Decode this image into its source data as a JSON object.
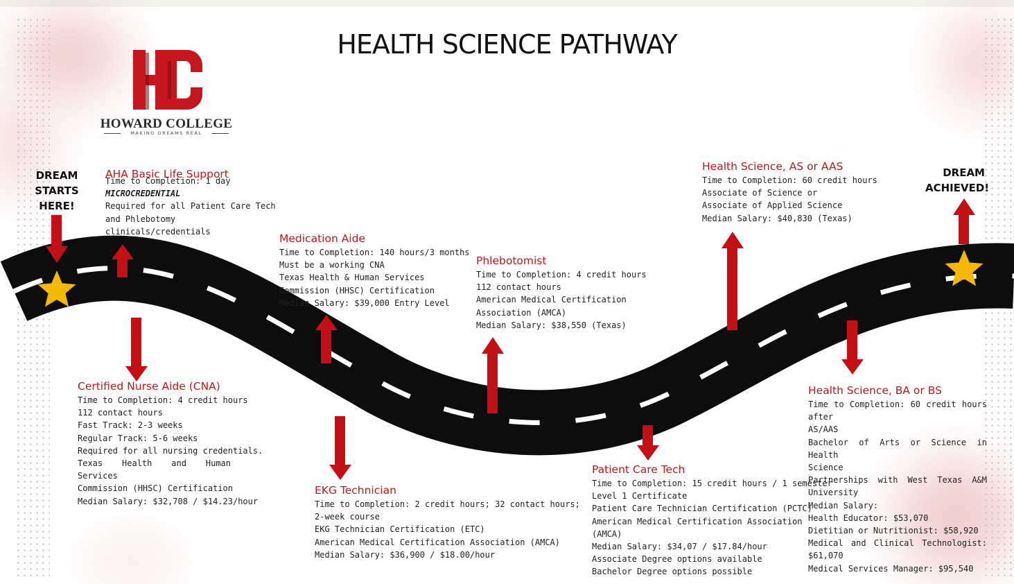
{
  "title": "HEALTH SCIENCE PATHWAY",
  "logo": {
    "letters": "HC",
    "name": "HOWARD COLLEGE",
    "tagline": "MAKING DREAMS REAL"
  },
  "start_label": [
    "DREAM",
    "STARTS",
    "HERE!"
  ],
  "end_label": [
    "DREAM",
    "ACHIEVED!"
  ],
  "colors": {
    "accent_red": "#c4161c",
    "arrow_red": "#c40f14",
    "road": "#0d0d0d",
    "star": "#f5b800"
  },
  "steps": {
    "bls": {
      "title": "AHA Basic Life Support",
      "lines": [
        "Time to Completion: 1 day",
        "MICROCREDENTIAL",
        "Required for all Patient Care Tech",
        "and Phlebotomy",
        "clinicals/credentials"
      ]
    },
    "cna": {
      "title": "Certified Nurse Aide (CNA)",
      "lines": [
        "Time to Completion: 4 credit hours",
        "112 contact hours",
        "Fast Track: 2-3 weeks",
        "Regular Track: 5-6 weeks",
        "Required for all nursing credentials.",
        "Texas Health and Human Services",
        "Commission (HHSC) Certification",
        "Median Salary: $32,708 / $14.23/hour"
      ]
    },
    "med_aide": {
      "title": "Medication Aide",
      "lines": [
        "Time to Completion: 140 hours/3 months",
        "Must be a working CNA",
        "Texas Health & Human Services",
        "Commission (HHSC) Certification",
        "Median Salary: $39,000 Entry Level"
      ]
    },
    "ekg": {
      "title": "EKG Technician",
      "lines": [
        "Time to Completion: 2 credit hours; 32 contact hours;",
        "2-week course",
        "EKG Technician Certification (ETC)",
        "American Medical Certification Association (AMCA)",
        "Median Salary: $36,900 / $18.00/hour"
      ]
    },
    "phleb": {
      "title": "Phlebotomist",
      "lines": [
        "Time to Completion: 4 credit hours",
        "112 contact hours",
        "American Medical Certification",
        "Association (AMCA)",
        "Median Salary: $38,550 (Texas)"
      ]
    },
    "pct": {
      "title": "Patient Care Tech",
      "lines": [
        "Time to Completion: 15 credit hours / 1 semester",
        "Level 1 Certificate",
        "Patient Care Technician Certification (PCTC)",
        "American Medical Certification Association",
        "(AMCA)",
        "Median Salary: $34,07 / $17.84/hour",
        "Associate Degree options available",
        "Bachelor Degree options possible"
      ]
    },
    "as": {
      "title": "Health Science, AS  or AAS",
      "lines": [
        "Time to Completion: 60 credit hours",
        "Associate of Science or",
        "Associate of Applied Science",
        "Median Salary: $40,830 (Texas)"
      ]
    },
    "ba": {
      "title": "Health Science, BA or BS",
      "lines": [
        "Time to Completion: 60 credit hours after",
        "AS/AAS",
        "Bachelor of Arts or Science in Health",
        "Science",
        "Partnerships with West Texas A&M",
        "University",
        "Median Salary:",
        "Health Educator: $53,070",
        "Dietitian or Nutritionist: $58,920",
        "Medical and Clinical Technologist: $61,070",
        "Medical Services Manager: $95,540"
      ]
    }
  }
}
